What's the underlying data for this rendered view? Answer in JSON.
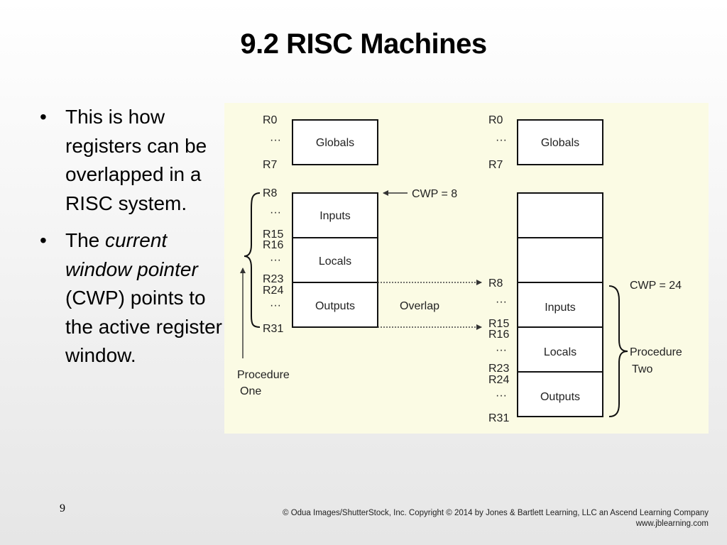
{
  "title": "9.2 RISC Machines",
  "bullets": [
    {
      "text": "This is how registers can be overlapped in a RISC system."
    },
    {
      "pre": "The ",
      "italic": "current window pointer",
      "post": " (CWP) points to the active register window."
    }
  ],
  "diagram": {
    "left_window": {
      "globals_box": "Globals",
      "globals_regs": [
        "R0",
        "···",
        "R7"
      ],
      "boxes": [
        "Inputs",
        "Locals",
        "Outputs"
      ],
      "regs": [
        "R8",
        "···",
        "R15",
        "R16",
        "···",
        "R23",
        "R24",
        "···",
        "R31"
      ],
      "cwp_label": "CWP = 8",
      "procedure_label": [
        "Procedure",
        "One"
      ]
    },
    "overlap_label": "Overlap",
    "right_window": {
      "globals_box": "Globals",
      "globals_regs": [
        "R0",
        "···",
        "R7"
      ],
      "boxes": [
        "Inputs",
        "Locals",
        "Outputs"
      ],
      "regs": [
        "R8",
        "···",
        "R15",
        "R16",
        "···",
        "R23",
        "R24",
        "···",
        "R31"
      ],
      "cwp_label": "CWP = 24",
      "procedure_label": [
        "Procedure",
        "Two"
      ]
    }
  },
  "page_number": "9",
  "copyright": [
    "© Odua Images/ShutterStock, Inc. Copyright © 2014 by Jones & Bartlett Learning, LLC an Ascend Learning Company",
    "www.jblearning.com"
  ]
}
